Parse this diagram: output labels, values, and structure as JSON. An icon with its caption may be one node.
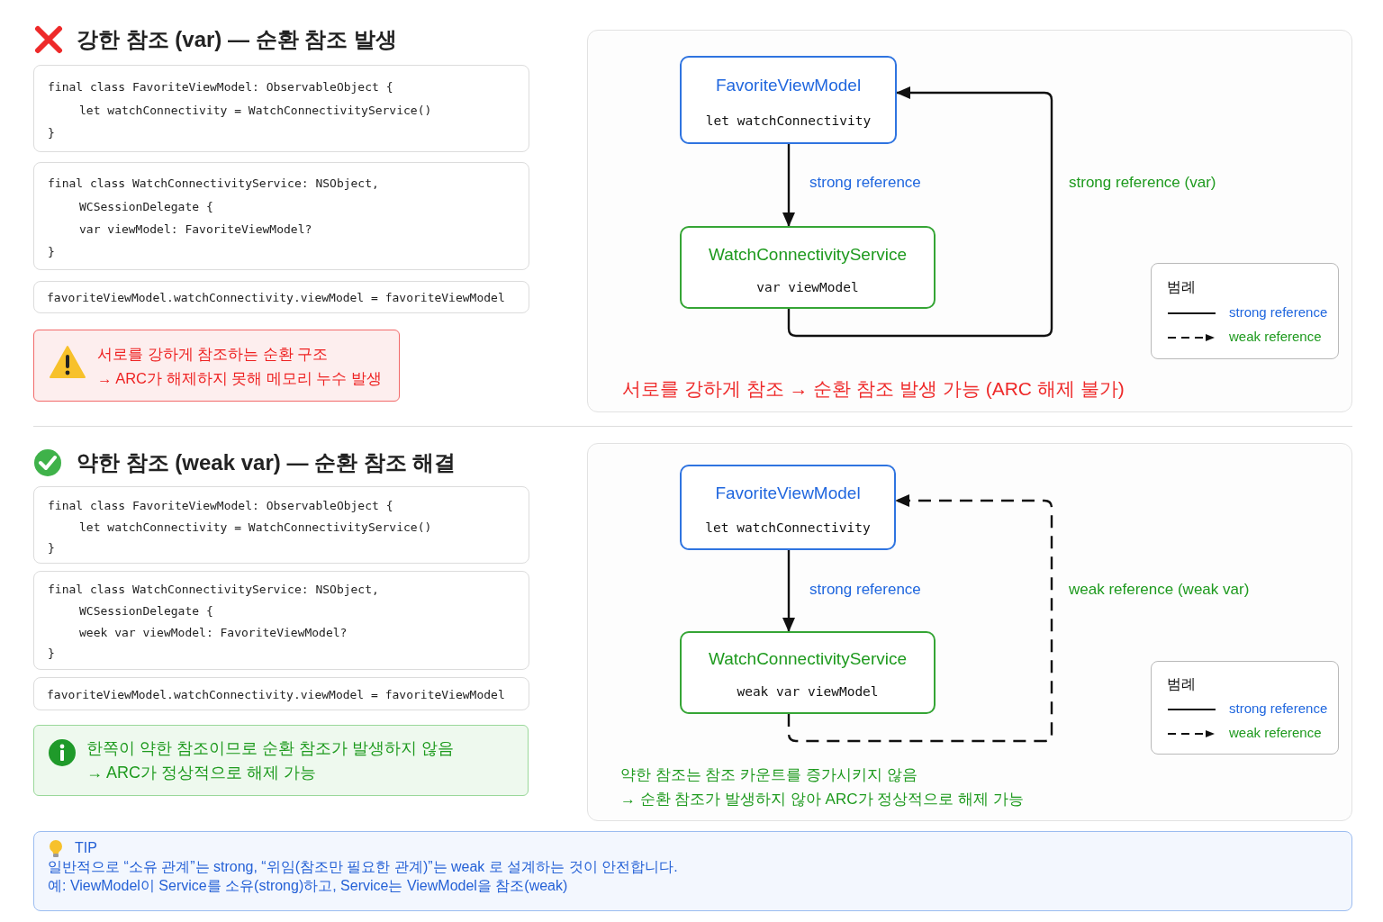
{
  "diagram": {
    "nodes": [
      {
        "text": [
          "final class FavoriteViewModel: ObservableObject {",
          "let watchConnectivity = WatchConnectivityService()",
          "}"
        ]
      },
      {
        "text": [
          "final class WatchConnectivityService: NSObject,",
          "WCSessionDelegate {",
          "var viewModel: FavoriteViewModel?",
          "}"
        ]
      },
      {
        "text": [
          "favoriteViewModel.watchConnectivity.viewModel = favoriteViewModel"
        ]
      },
      {
        "text": [
          "서로를 강하게 참조하는 순환 구조",
          "→ ARC가 해제하지 못해 메모리 누수 발생"
        ]
      },
      {
        "text": [
          "서로를 강하게 참조 → 순환 참조 발생 가능 (ARC 해제 불가)"
        ]
      },
      {
        "text": [
          "FavoriteViewModel",
          "let watchConnectivity"
        ],
        "in": 4
      },
      {
        "text": [
          "WatchConnectivityService",
          "var viewModel"
        ],
        "in": 4
      },
      {
        "text": [
          "범례"
        ],
        "in": 4
      },
      {
        "text": [
          "final class FavoriteViewModel: ObservableObject {",
          "let watchConnectivity = WatchConnectivityService()",
          "}"
        ]
      },
      {
        "text": [
          "final class WatchConnectivityService: NSObject,",
          "WCSessionDelegate {",
          "week var viewModel: FavoriteViewModel?",
          "}"
        ]
      },
      {
        "text": [
          "favoriteViewModel.watchConnectivity.viewModel = favoriteViewModel"
        ]
      },
      {
        "text": [
          "한쪽이 약한 참조이므로 순환 참조가 발생하지 않음",
          "→ ARC가 정상적으로 해제 가능"
        ]
      },
      {
        "text": [
          "약한 참조는 참조 카운트를 증가시키지 않음",
          "→ 순환 참조가 발생하지 않아 ARC가 정상적으로 해제 가능"
        ]
      },
      {
        "text": [
          "FavoriteViewModel",
          "let watchConnectivity"
        ],
        "in": 12
      },
      {
        "text": [
          "WatchConnectivityService",
          "weak var viewModel"
        ],
        "in": 12
      },
      {
        "text": [
          "범례"
        ],
        "in": 12
      },
      {
        "text": [
          "TIP",
          "일반적으로 “소유 관계”는 strong, “위임(참조만 필요한 관계)”는 weak 로 설계하는 것이 안전합니다.",
          "예: ViewModel이 Service를 소유(strong)하고, Service는 ViewModel을 참조(weak)"
        ]
      }
    ],
    "edges": [
      {
        "from": 5,
        "to": 6,
        "arrow": "to",
        "label": "strong reference"
      },
      {
        "from": 6,
        "to": 5,
        "arrow": "to",
        "label": "strong reference (var)"
      },
      {
        "from": 13,
        "to": 14,
        "arrow": "to",
        "label": "strong reference"
      },
      {
        "from": 14,
        "to": 13,
        "arrow": "to",
        "label": "weak reference (weak var)",
        "style": "dashed"
      }
    ],
    "labels": [
      "강한 참조 (var) — 순환 참조 발생",
      "약한 참조 (weak var) — 순환 참조 해결"
    ],
    "legend": [
      {
        "text": "strong reference"
      },
      {
        "text": "weak reference"
      },
      {
        "text": "strong reference"
      },
      {
        "text": "weak reference"
      }
    ]
  }
}
